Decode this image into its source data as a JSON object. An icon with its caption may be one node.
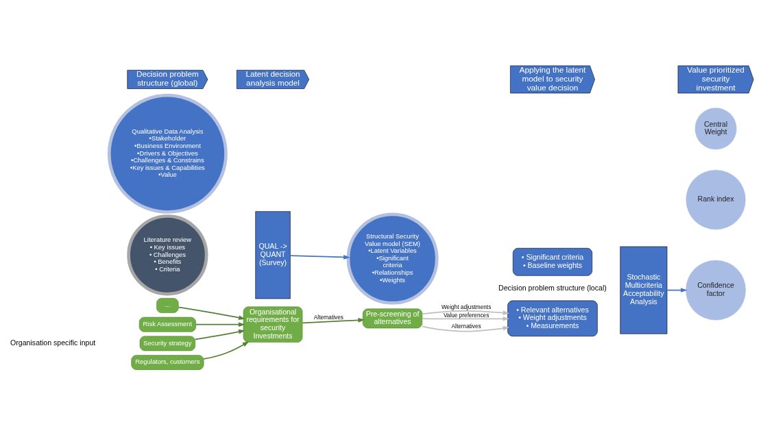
{
  "diagram": {
    "nodes": [
      {
        "text": [
          "Decision problem structure (global)"
        ]
      },
      {
        "text": [
          "Latent decision analysis model"
        ]
      },
      {
        "text": [
          "Applying the latent model to security value decision"
        ]
      },
      {
        "text": [
          "Value prioritized security investment"
        ]
      },
      {
        "text": [
          "Qualitative Data Analysis",
          "•Stakeholder",
          "•Business Environment",
          "•Drivers & Objectives",
          "•Challenges & Constrains",
          "•Key issues & Capabilities",
          "•Value"
        ]
      },
      {
        "text": [
          "Literature review",
          "• Key issues",
          "• Challenges",
          "• Benefits",
          "• Criteria"
        ]
      },
      {
        "text": [
          "QUAL -> QUANT (Survey)"
        ]
      },
      {
        "text": [
          "Structural Security Value model (SEM)",
          "•Latent Variables",
          "•Significant criteria",
          "•Relationships",
          "•Weights"
        ]
      },
      {
        "text": [
          "• Significant criteria",
          "• Baseline weights"
        ]
      },
      {
        "text": [
          "• Relevant alternatives",
          "• Weight adjustments",
          "• Measurements"
        ]
      },
      {
        "text": [
          "Stochastic Multicriteria Acceptability Analysis"
        ]
      },
      {
        "text": [
          "Rank index"
        ]
      },
      {
        "text": [
          "Confidence factor"
        ]
      },
      {
        "text": [
          "Central Weight"
        ]
      },
      {
        "text": [
          "Risk Assessment"
        ]
      },
      {
        "text": [
          "Security strategy"
        ]
      },
      {
        "text": [
          "Regulators, customers"
        ]
      },
      {
        "text": [
          "..."
        ]
      },
      {
        "text": [
          "Organisational requirements for security Investments"
        ]
      },
      {
        "text": [
          "Pre-screening of alternatives"
        ]
      }
    ],
    "edges": [
      {
        "from": 6,
        "to": 7,
        "arrow": "to",
        "color": "#4472c4"
      },
      {
        "from": 10,
        "to": 12,
        "arrow": "to",
        "color": "#4472c4"
      },
      {
        "from": 14,
        "to": 18,
        "arrow": "to"
      },
      {
        "from": 15,
        "to": 18,
        "arrow": "to"
      },
      {
        "from": 16,
        "to": 18,
        "arrow": "to"
      },
      {
        "from": 17,
        "to": 18,
        "arrow": "to"
      },
      {
        "from": 18,
        "to": 19,
        "arrow": "to",
        "label": "Alternatives"
      },
      {
        "from": 19,
        "to": 9,
        "arrow": "to",
        "label": "Alternatives",
        "color": "#bfbfbf"
      },
      {
        "from": 19,
        "to": 9,
        "arrow": "to",
        "label": "Weight adjustments",
        "color": "#bfbfbf"
      },
      {
        "from": 19,
        "to": 9,
        "arrow": "to",
        "label": "Value preferences",
        "color": "#bfbfbf"
      }
    ],
    "labels": [
      "Organisation specific input",
      "Decision problem structure (local)"
    ]
  }
}
